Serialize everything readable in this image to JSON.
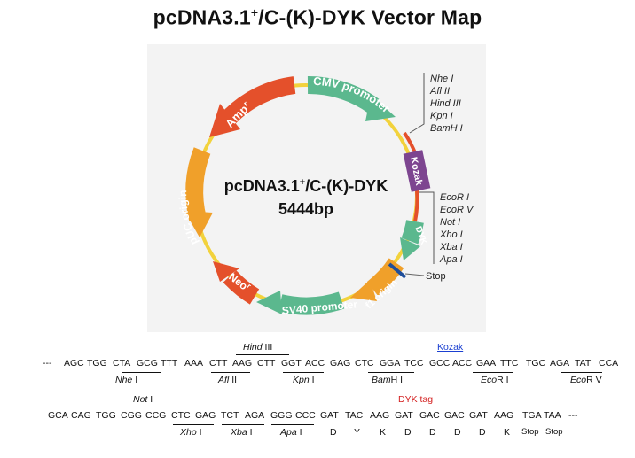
{
  "title": {
    "main": "pcDNA3.1",
    "sup": "+",
    "rest": "/C-(K)-DYK Vector Map"
  },
  "map": {
    "center_line1_a": "pcDNA3.1",
    "center_line1_sup": "+",
    "center_line1_b": "/C-(K)-DYK",
    "center_line2": "5444bp",
    "features": {
      "amp": "Amp",
      "amp_sup": "r",
      "cmv": "CMV promoter",
      "kozak": "Kozak",
      "dyk": "DYK",
      "f1": "f1 origin",
      "sv40": "SV40 promoter",
      "neo": "Neo",
      "neo_sup": "r",
      "puc": "pUC origin"
    },
    "sites_top": [
      "Nhe I",
      "Afl II",
      "Hind III",
      "Kpn I",
      "BamH I"
    ],
    "sites_mid": [
      "EcoR I",
      "EcoR V",
      "Not I",
      "Xho I",
      "Xba I",
      "Apa I"
    ],
    "stop_label": "Stop"
  },
  "colors": {
    "ring": "#f2d23c",
    "green": "#5bb88e",
    "red": "#e4502b",
    "orange": "#f0a02a",
    "purple": "#7d4590",
    "blue": "#1f4e9a",
    "kozak_text": "#1a3fd1",
    "dyk_text": "#d42020"
  },
  "sequence": {
    "row1": {
      "prefix": "---",
      "codons": [
        "AGC",
        "TGG",
        "CTA",
        "GCG",
        "TTT",
        "AAA",
        "CTT",
        "AAG",
        "CTT",
        "GGT",
        "ACC",
        "GAG",
        "CTC",
        "GGA",
        "TCC",
        "GCC",
        "ACC",
        "GAA",
        "TTC",
        "TGC",
        "AGA",
        "TAT",
        "CCA"
      ],
      "above": {
        "hind": "Hind",
        "hind2": "III",
        "kozak": "Kozak"
      },
      "below": [
        {
          "it": "Nhe",
          "n": "I"
        },
        {
          "it": "Afl",
          "n": "II"
        },
        {
          "it": "Kpn",
          "n": "I"
        },
        {
          "it": "Bam",
          "n": "H I"
        },
        {
          "it": "Eco",
          "n": "R I"
        },
        {
          "it": "Eco",
          "n": "R V"
        }
      ]
    },
    "row2": {
      "codons": [
        "GCA",
        "CAG",
        "TGG",
        "CGG",
        "CCG",
        "CTC",
        "GAG",
        "TCT",
        "AGA",
        "GGG",
        "CCC",
        "GAT",
        "TAC",
        "AAG",
        "GAT",
        "GAC",
        "GAC",
        "GAT",
        "AAG",
        "TGA",
        "TAA"
      ],
      "suffix": "---",
      "above": {
        "not": "Not",
        "not2": "I",
        "dyk": "DYK tag"
      },
      "below": [
        {
          "it": "Xho",
          "n": "I"
        },
        {
          "it": "Xba",
          "n": "I"
        },
        {
          "it": "Apa",
          "n": "I"
        }
      ],
      "aa": [
        "D",
        "Y",
        "K",
        "D",
        "D",
        "D",
        "D",
        "K",
        "Stop",
        "Stop"
      ]
    }
  }
}
